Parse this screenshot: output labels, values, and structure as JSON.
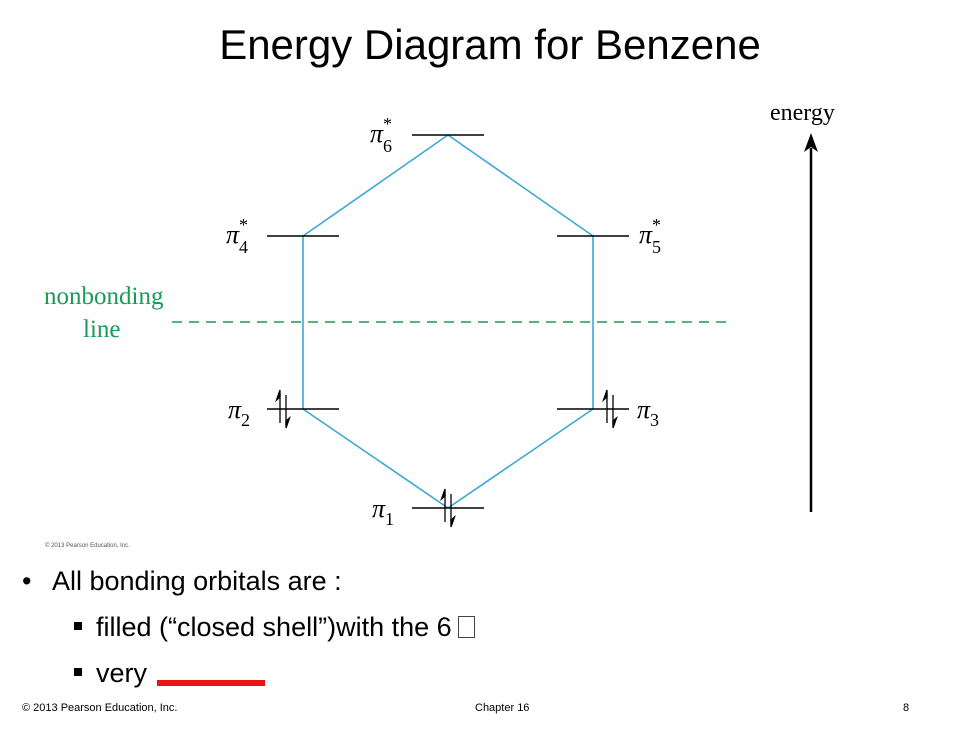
{
  "title": "Energy Diagram for Benzene",
  "colors": {
    "connector": "#3aa8d8",
    "nonbonding": "#1a9a55",
    "blank": "#e8141a",
    "text": "#000000"
  },
  "diagram": {
    "energy_label": "energy",
    "nonbonding_label_line1": "nonbonding",
    "nonbonding_label_line2": "line",
    "image_credit": "© 2013 Pearson Education, Inc.",
    "orbitals": [
      {
        "symbol": "π",
        "sub": "6",
        "star": "*",
        "electrons": 0
      },
      {
        "symbol": "π",
        "sub": "4",
        "star": "*",
        "electrons": 0
      },
      {
        "symbol": "π",
        "sub": "5",
        "star": "*",
        "electrons": 0
      },
      {
        "symbol": "π",
        "sub": "2",
        "star": "",
        "electrons": 2
      },
      {
        "symbol": "π",
        "sub": "3",
        "star": "",
        "electrons": 2
      },
      {
        "symbol": "π",
        "sub": "1",
        "star": "",
        "electrons": 2
      }
    ]
  },
  "bullets": {
    "main": "All bonding orbitals are :",
    "sub1": "filled (“closed shell”)with the 6",
    "sub2": "very"
  },
  "footer": {
    "left": "© 2013 Pearson Education, Inc.",
    "center": "Chapter 16",
    "right": "8"
  }
}
